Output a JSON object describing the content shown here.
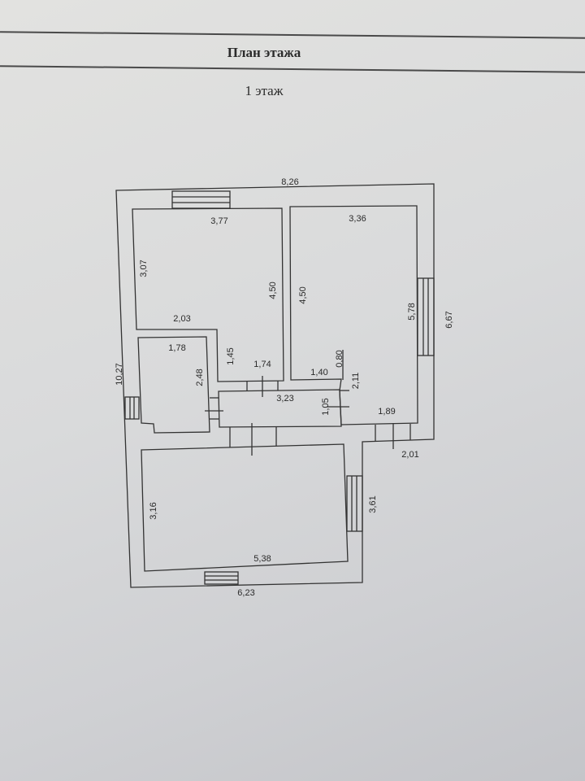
{
  "header": {
    "title": "План этажа",
    "floor": "1 этаж"
  },
  "dims": [
    "8,26",
    "3,77",
    "3,36",
    "3,07",
    "4,50",
    "4,50",
    "5,78",
    "6,67",
    "2,03",
    "1,78",
    "1,45",
    "1,74",
    "0,80",
    "1,40",
    "10,27",
    "2,48",
    "2,11",
    "3,23",
    "1,05",
    "1,89",
    "2,01",
    "3,61",
    "3,16",
    "5,38",
    "6,23"
  ]
}
